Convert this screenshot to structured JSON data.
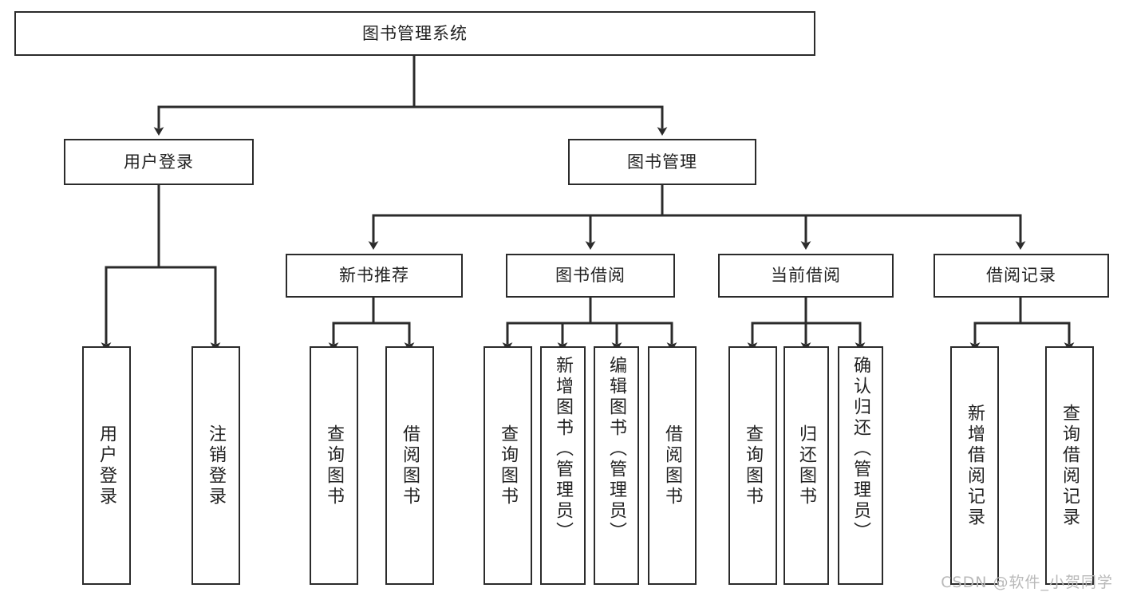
{
  "diagram": {
    "title": "图书管理系统",
    "type": "hierarchy-tree",
    "orientation": "top-down",
    "colors": {
      "box_border": "#2b2b2b",
      "box_fill": "#ffffff",
      "edge": "#2b2b2b",
      "text": "#222222",
      "watermark": "#b9b9b9",
      "background": "#ffffff"
    },
    "root": {
      "label": "图书管理系统"
    },
    "level2": [
      {
        "label": "用户登录"
      },
      {
        "label": "图书管理"
      }
    ],
    "level3": [
      {
        "label": "新书推荐"
      },
      {
        "label": "图书借阅"
      },
      {
        "label": "当前借阅"
      },
      {
        "label": "借阅记录"
      }
    ],
    "leaves": {
      "user_login": [
        {
          "label": "用户登录"
        },
        {
          "label": "注销登录"
        }
      ],
      "new_book_recommend": [
        {
          "label": "查询图书"
        },
        {
          "label": "借阅图书"
        }
      ],
      "book_borrow": [
        {
          "label": "查询图书"
        },
        {
          "label": "新增图书（管理员）"
        },
        {
          "label": "编辑图书（管理员）"
        },
        {
          "label": "借阅图书"
        }
      ],
      "current_borrow": [
        {
          "label": "查询图书"
        },
        {
          "label": "归还图书"
        },
        {
          "label": "确认归还（管理员）"
        }
      ],
      "borrow_record": [
        {
          "label": "新增借阅记录"
        },
        {
          "label": "查询借阅记录"
        }
      ]
    }
  },
  "watermark": {
    "text": "CSDN @软件_小贺同学"
  }
}
